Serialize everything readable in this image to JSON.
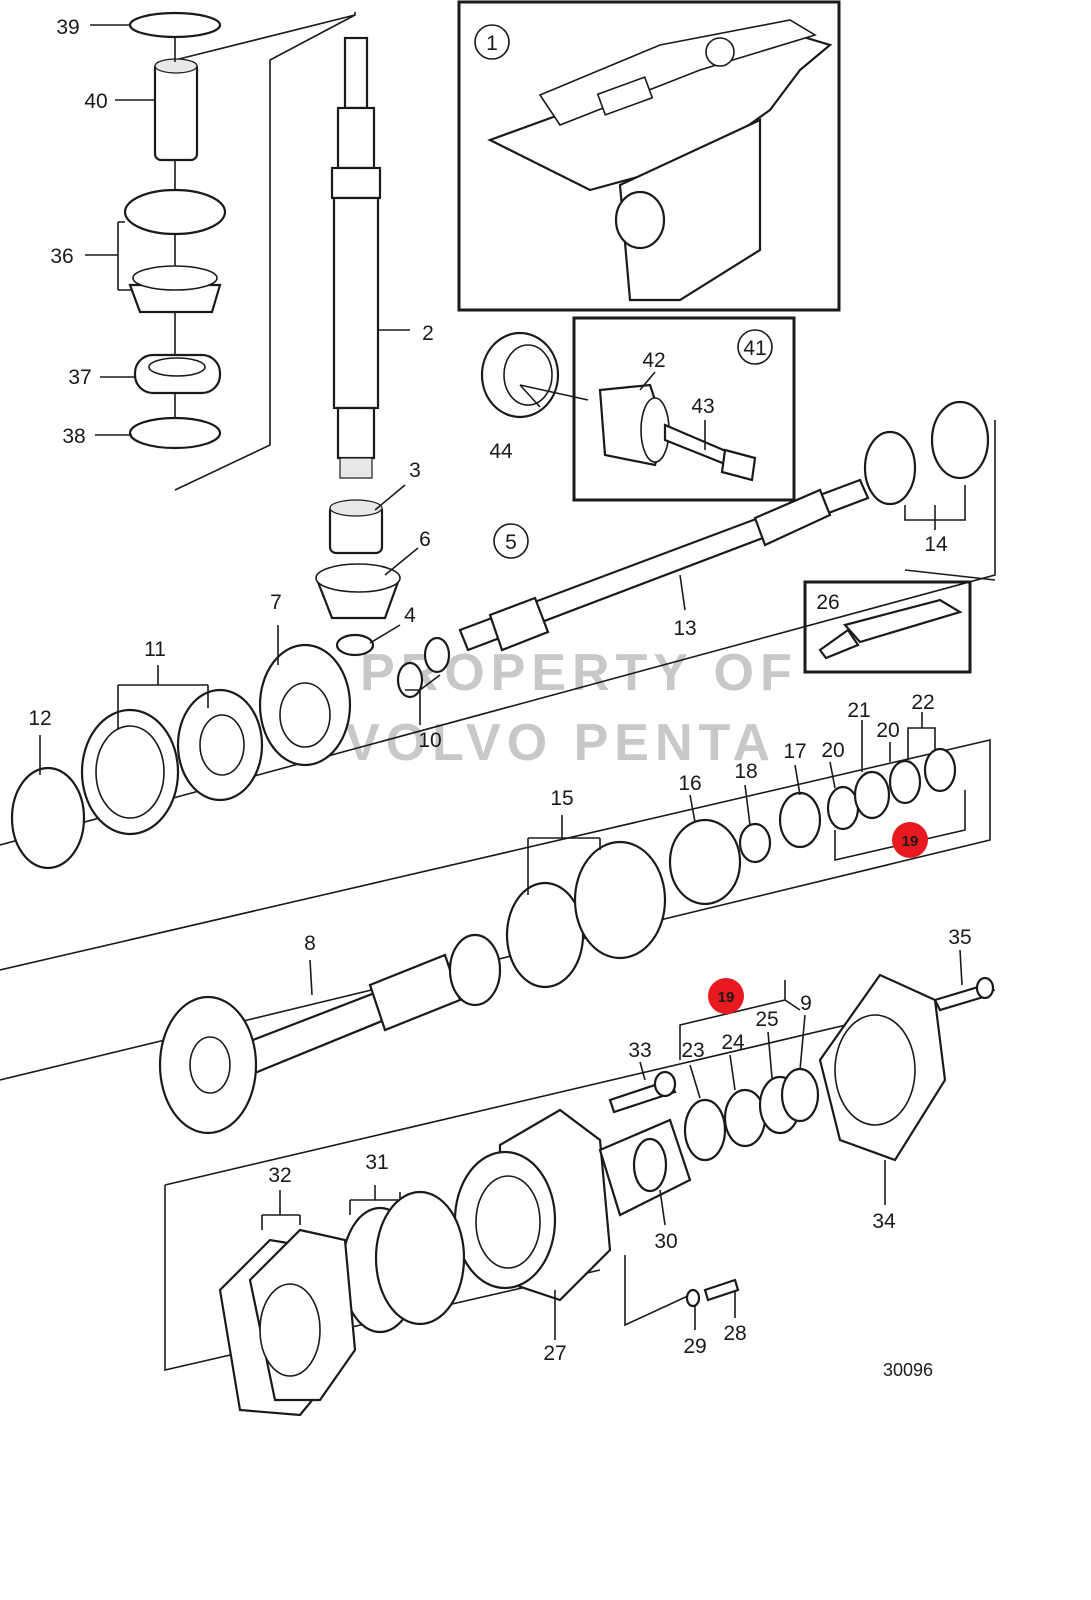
{
  "figure_ref": "30096",
  "watermark": [
    "PROPERTY OF",
    "VOLVO PENTA"
  ],
  "colors": {
    "highlight": "#e8191f",
    "line": "#1a1a1a",
    "watermark": "#c8c8c8"
  },
  "callouts": {
    "c1": "1",
    "c2": "2",
    "c3": "3",
    "c4": "4",
    "c5": "5",
    "c6": "6",
    "c7": "7",
    "c8": "8",
    "c9": "9",
    "c10": "10",
    "c11": "11",
    "c12": "12",
    "c13": "13",
    "c14": "14",
    "c15": "15",
    "c16": "16",
    "c17": "17",
    "c18": "18",
    "c19a": "19",
    "c19b": "19",
    "c20a": "20",
    "c20b": "20",
    "c21": "21",
    "c22": "22",
    "c23": "23",
    "c24": "24",
    "c25": "25",
    "c26": "26",
    "c27": "27",
    "c28": "28",
    "c29": "29",
    "c30": "30",
    "c31": "31",
    "c32": "32",
    "c33": "33",
    "c34": "34",
    "c35": "35",
    "c36": "36",
    "c37": "37",
    "c38": "38",
    "c39": "39",
    "c40": "40",
    "c41": "41",
    "c42": "42",
    "c43": "43",
    "c44": "44"
  }
}
